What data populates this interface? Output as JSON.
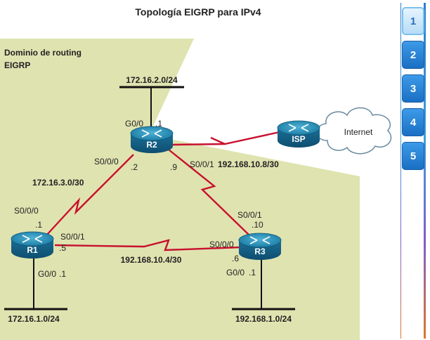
{
  "title": "Topología EIGRP para IPv4",
  "domain_label": [
    "Dominio de routing",
    "EIGRP"
  ],
  "routers": {
    "r1": "R1",
    "r2": "R2",
    "r3": "R3",
    "isp": "ISP"
  },
  "cloud_label": "Internet",
  "networks": {
    "lan_r2": "172.16.2.0/24",
    "lan_r1": "172.16.1.0/24",
    "lan_r3": "192.168.1.0/24",
    "link_r1_r2": "172.16.3.0/30",
    "link_r2_r3": "192.168.10.8/30",
    "link_r1_r3": "192.168.10.4/30"
  },
  "interfaces": {
    "r2_g": "G0/0",
    "r2_g_ip": ".1",
    "r2_s000": "S0/0/0",
    "r2_s000_ip": ".2",
    "r2_s001": "S0/0/1",
    "r2_s001_ip": ".9",
    "r1_s000": "S0/0/0",
    "r1_s000_ip": ".1",
    "r1_s001": "S0/0/1",
    "r1_s001_ip": ".5",
    "r1_g": "G0/0",
    "r1_g_ip": ".1",
    "r3_s001": "S0/0/1",
    "r3_s001_ip": ".10",
    "r3_s000": "S0/0/0",
    "r3_s000_ip": ".6",
    "r3_g": "G0/0",
    "r3_g_ip": ".1"
  },
  "nav": {
    "buttons": [
      "1",
      "2",
      "3",
      "4",
      "5"
    ],
    "active": "1"
  },
  "colors": {
    "domain_fill": "#dfe3b0",
    "serial_link": "#c8102e",
    "router_body": "#1b7fa6",
    "nav_button": "#2a85d8"
  }
}
